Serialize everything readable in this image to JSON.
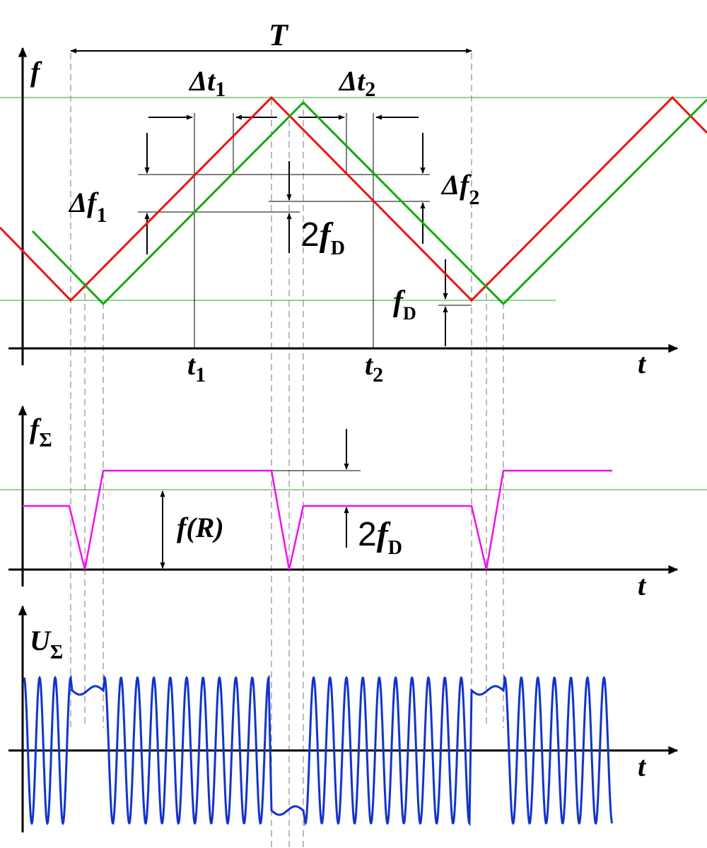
{
  "colors": {
    "transmitted": "#ee1111",
    "received": "#11aa11",
    "beat_frequency": "#ee11ee",
    "beat_signal": "#1133cc",
    "reference_lines": "#22aa22",
    "axes": "#000000"
  },
  "panels": {
    "frequency": {
      "y_axis_label": "f",
      "x_axis_label": "t",
      "period_label": "T",
      "delta_t1": {
        "base": "Δt",
        "sub": "1"
      },
      "delta_t2": {
        "base": "Δt",
        "sub": "2"
      },
      "delta_f1": {
        "base": "Δf",
        "sub": "1"
      },
      "delta_f2": {
        "base": "Δf",
        "sub": "2"
      },
      "two_fd": {
        "coef": "2",
        "base": "f",
        "sub": "D"
      },
      "fd": {
        "base": "f",
        "sub": "D"
      },
      "t1": {
        "base": "t",
        "sub": "1"
      },
      "t2": {
        "base": "t",
        "sub": "2"
      }
    },
    "beat_frequency": {
      "y_axis_label": {
        "base": "f",
        "sub": "Σ"
      },
      "x_axis_label": "t",
      "f_r_label": "f(R)",
      "two_fd": {
        "coef": "2",
        "base": "f",
        "sub": "D"
      }
    },
    "beat_signal": {
      "y_axis_label": {
        "base": "U",
        "sub": "Σ"
      },
      "x_axis_label": "t"
    }
  }
}
